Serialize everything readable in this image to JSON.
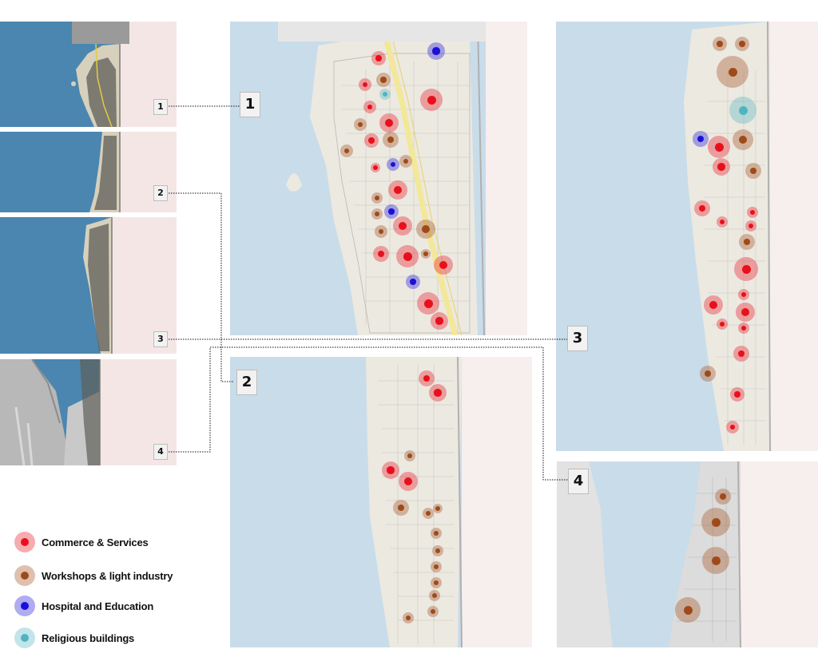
{
  "colors": {
    "sea": "#4a86b0",
    "sea_light": "#c9dce9",
    "land": "#ece9e1",
    "land_overview": "#d6d0bc",
    "urban": "#6b6b6b",
    "desert": "#f5e6e6",
    "commerce": "#e8101c",
    "workshops": "#a04a1a",
    "hospital": "#1a10d8",
    "religious": "#50b4c0"
  },
  "overview_labels": [
    "1",
    "2",
    "3",
    "4"
  ],
  "detail_labels": [
    "1",
    "2",
    "3",
    "4"
  ],
  "legend": [
    {
      "label": "Commerce & Services",
      "category": "commerce",
      "icon": "commerce-dot-icon"
    },
    {
      "label": "Workshops & light industry",
      "category": "workshops",
      "icon": "workshops-dot-icon"
    },
    {
      "label": "Hospital and Education",
      "category": "hospital",
      "icon": "hospital-dot-icon"
    },
    {
      "label": "Religious buildings",
      "category": "religious",
      "icon": "religious-dot-icon"
    }
  ]
}
